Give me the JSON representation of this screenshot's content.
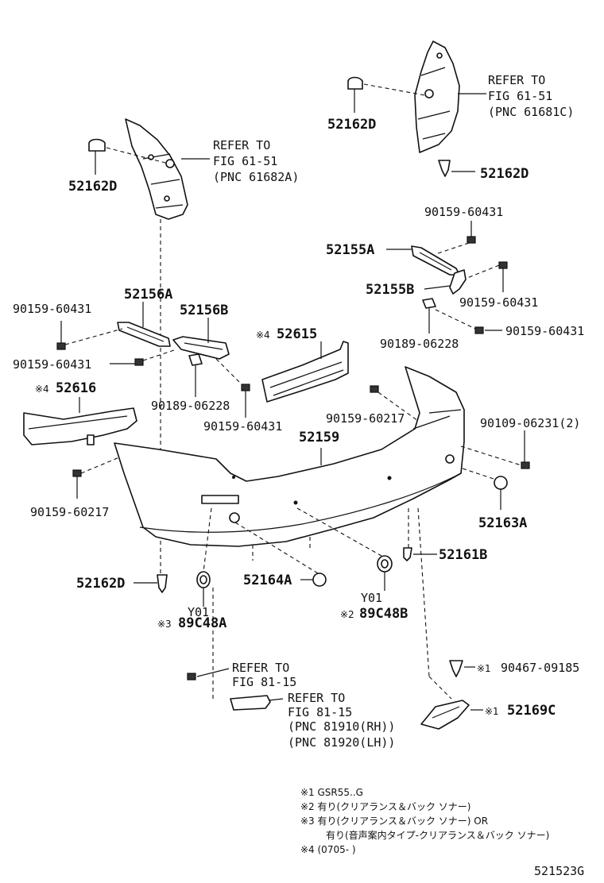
{
  "labels": {
    "p_52162D_a": "52162D",
    "p_52162D_b": "52162D",
    "p_52162D_c": "52162D",
    "p_52162D_d": "52162D",
    "refer_a_1": "REFER TO",
    "refer_a_2": "FIG 61-51",
    "refer_a_3": "(PNC 61681C)",
    "refer_b_1": "REFER TO",
    "refer_b_2": "FIG 61-51",
    "refer_b_3": "(PNC 61682A)",
    "p_90159_60431_a": "90159-60431",
    "p_52155A": "52155A",
    "p_52155B": "52155B",
    "p_90159_60431_b": "90159-60431",
    "p_90159_60431_c": "90159-60431",
    "p_90189_06228_a": "90189-06228",
    "p_52156A": "52156A",
    "p_52156B": "52156B",
    "p_90159_60431_d": "90159-60431",
    "p_90159_60431_e": "90159-60431",
    "mark_4a": "※4",
    "p_52615": "52615",
    "mark_4b": "※4",
    "p_52616": "52616",
    "p_90189_06228_b": "90189-06228",
    "p_90159_60431_f": "90159-60431",
    "p_90159_60217_a": "90159-60217",
    "p_52159": "52159",
    "p_90109_06231": "90109-06231(2)",
    "p_90159_60217_b": "90159-60217",
    "p_52163A": "52163A",
    "p_52161B": "52161B",
    "p_52164A": "52164A",
    "y01_a": "Y01",
    "mark_3": "※3",
    "p_89C48A": "89C48A",
    "y01_b": "Y01",
    "mark_2": "※2",
    "p_89C48B": "89C48B",
    "refer_c_1": "REFER TO",
    "refer_c_2": "FIG 81-15",
    "refer_d_1": "REFER TO",
    "refer_d_2": "FIG 81-15",
    "refer_d_3": "(PNC 81910(RH))",
    "refer_d_4": "(PNC 81920(LH))",
    "mark_1a": "※1",
    "p_90467_09185": "90467-09185",
    "mark_1b": "※1",
    "p_52169C": "52169C"
  },
  "notes": {
    "n1": "※1 GSR55..G",
    "n2": "※2 有り(クリアランス＆バック ソナー)",
    "n3": "※3 有り(クリアランス＆バック ソナー) OR",
    "n3b": "有り(音声案内タイプ-クリアランス＆バック ソナー)",
    "n4": "※4 (0705-        )"
  },
  "figure_id": "521523G"
}
